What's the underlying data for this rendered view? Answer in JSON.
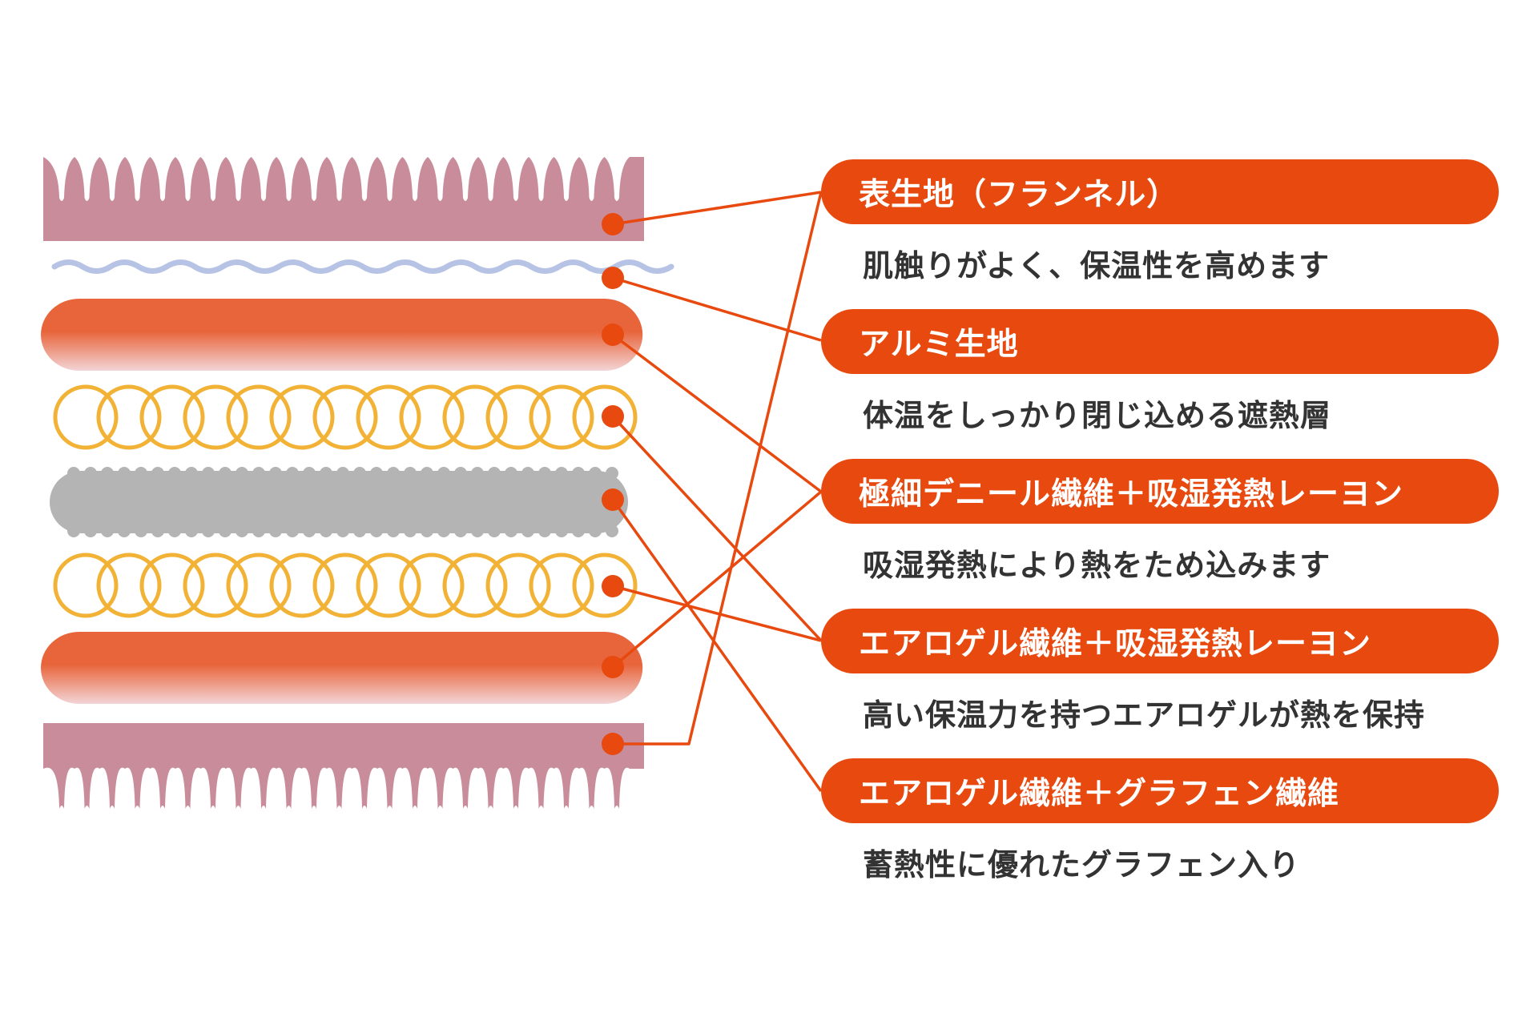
{
  "colors": {
    "accent": "#e8490f",
    "flannel": "#c98c9b",
    "aluminium": "#b6c3e4",
    "denier_top": "#e8643a",
    "denier_bottom": "#f3d4d6",
    "ring": "#f2b236",
    "graphene": "#b4b4b4",
    "text": "#333333"
  },
  "labels": [
    {
      "title": "表生地（フランネル）",
      "desc": "肌触りがよく、保温性を高めます"
    },
    {
      "title": "アルミ生地",
      "desc": "体温をしっかり閉じ込める遮熱層"
    },
    {
      "title": "極細デニール繊維＋吸湿発熱レーヨン",
      "desc": "吸湿発熱により熱をため込みます"
    },
    {
      "title": "エアロゲル繊維＋吸湿発熱レーヨン",
      "desc": "高い保温力を持つエアロゲルが熱を保持"
    },
    {
      "title": "エアロゲル繊維＋グラフェン繊維",
      "desc": "蓄熱性に優れたグラフェン入り"
    }
  ],
  "layers": [
    {
      "name": "flannel-top",
      "label_index": 0
    },
    {
      "name": "aluminium",
      "label_index": 1
    },
    {
      "name": "denier-top",
      "label_index": 2
    },
    {
      "name": "aerogel-ring-top",
      "label_index": 3
    },
    {
      "name": "graphene-core",
      "label_index": 4
    },
    {
      "name": "aerogel-ring-bottom",
      "label_index": 3
    },
    {
      "name": "denier-bottom",
      "label_index": 2
    },
    {
      "name": "flannel-bottom",
      "label_index": 0
    }
  ]
}
